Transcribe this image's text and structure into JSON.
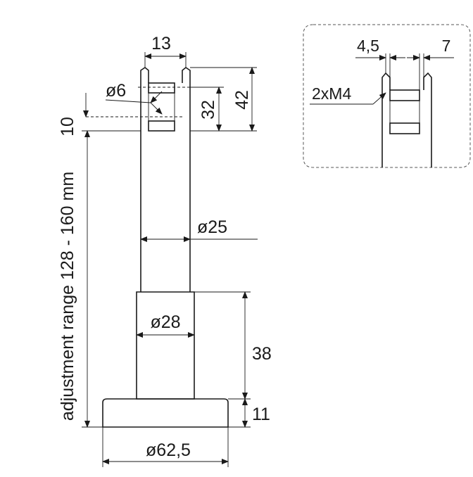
{
  "dimensions": {
    "top_width": "13",
    "hole_dia": "ø6",
    "hole_offset": "10",
    "slot_height": "32",
    "head_height": "42",
    "tube_dia": "ø25",
    "sleeve_dia": "ø28",
    "sleeve_height": "38",
    "base_height": "11",
    "base_dia": "ø62,5",
    "adjustment_range": "adjustment range 128 - 160 mm"
  },
  "detail": {
    "left_dim": "4,5",
    "right_dim": "7",
    "thread_label": "2xM4"
  }
}
